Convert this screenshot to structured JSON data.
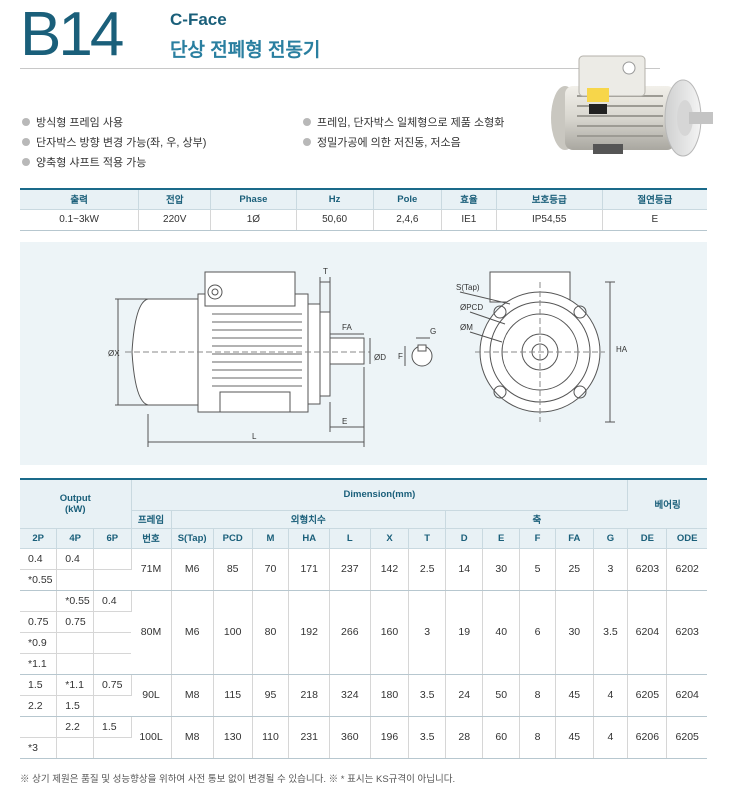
{
  "header": {
    "model": "B14",
    "subtitle_en": "C-Face",
    "subtitle_kr": "단상 전폐형 전동기"
  },
  "features": [
    "방식형 프레임 사용",
    "단자박스 방향 변경 가능(좌, 우, 상부)",
    "양축형 샤프트 적용 가능",
    "프레임, 단자박스 일체형으로 제품 소형화",
    "정밀가공에 의한 저진동, 저소음"
  ],
  "spec_table": {
    "headers": [
      "출력",
      "전압",
      "Phase",
      "Hz",
      "Pole",
      "효율",
      "보호등급",
      "절연등급"
    ],
    "row": [
      "0.1~3kW",
      "220V",
      "1Ø",
      "50,60",
      "2,4,6",
      "IE1",
      "IP54,55",
      "E"
    ]
  },
  "drawing_labels": {
    "t": "T",
    "fa": "FA",
    "g": "G",
    "f": "F",
    "d": "ØD",
    "x": "ØX",
    "e": "E",
    "l": "L",
    "s_tap": "S(Tap)",
    "pcd": "ØPCD",
    "m": "ØM",
    "ha": "HA"
  },
  "dim_table": {
    "output_label": "Output",
    "output_unit": "(kW)",
    "dimension_label": "Dimension(mm)",
    "bearing_label": "베어링",
    "frame_label": "프레임",
    "frame_no": "번호",
    "outer_label": "외형치수",
    "shaft_label": "축",
    "poles": [
      "2P",
      "4P",
      "6P"
    ],
    "cols": [
      "S(Tap)",
      "PCD",
      "M",
      "HA",
      "L",
      "X",
      "T",
      "D",
      "E",
      "F",
      "FA",
      "G",
      "DE",
      "ODE"
    ],
    "groups": [
      {
        "out_rows": [
          [
            "0.4",
            "0.4",
            ""
          ],
          [
            "*0.55",
            "",
            ""
          ]
        ],
        "frame": "71M",
        "vals": [
          "M6",
          "85",
          "70",
          "171",
          "237",
          "142",
          "2.5",
          "14",
          "30",
          "5",
          "25",
          "3",
          "6203",
          "6202"
        ]
      },
      {
        "out_rows": [
          [
            "",
            "*0.55",
            "0.4"
          ],
          [
            "0.75",
            "0.75",
            ""
          ],
          [
            "*0.9",
            "",
            ""
          ],
          [
            "*1.1",
            "",
            ""
          ]
        ],
        "frame": "80M",
        "vals": [
          "M6",
          "100",
          "80",
          "192",
          "266",
          "160",
          "3",
          "19",
          "40",
          "6",
          "30",
          "3.5",
          "6204",
          "6203"
        ]
      },
      {
        "out_rows": [
          [
            "1.5",
            "*1.1",
            "0.75"
          ],
          [
            "2.2",
            "1.5",
            ""
          ]
        ],
        "frame": "90L",
        "vals": [
          "M8",
          "115",
          "95",
          "218",
          "324",
          "180",
          "3.5",
          "24",
          "50",
          "8",
          "45",
          "4",
          "6205",
          "6204"
        ]
      },
      {
        "out_rows": [
          [
            "",
            "2.2",
            "1.5"
          ],
          [
            "*3",
            "",
            ""
          ]
        ],
        "frame": "100L",
        "vals": [
          "M8",
          "130",
          "110",
          "231",
          "360",
          "196",
          "3.5",
          "28",
          "60",
          "8",
          "45",
          "4",
          "6206",
          "6205"
        ]
      }
    ]
  },
  "footnote": "※ 상기 제원은 품질 및 성능향상을 위하여 사전 통보 없이 변경될 수 있습니다.   ※ * 표시는 KS규격이 아닙니다."
}
